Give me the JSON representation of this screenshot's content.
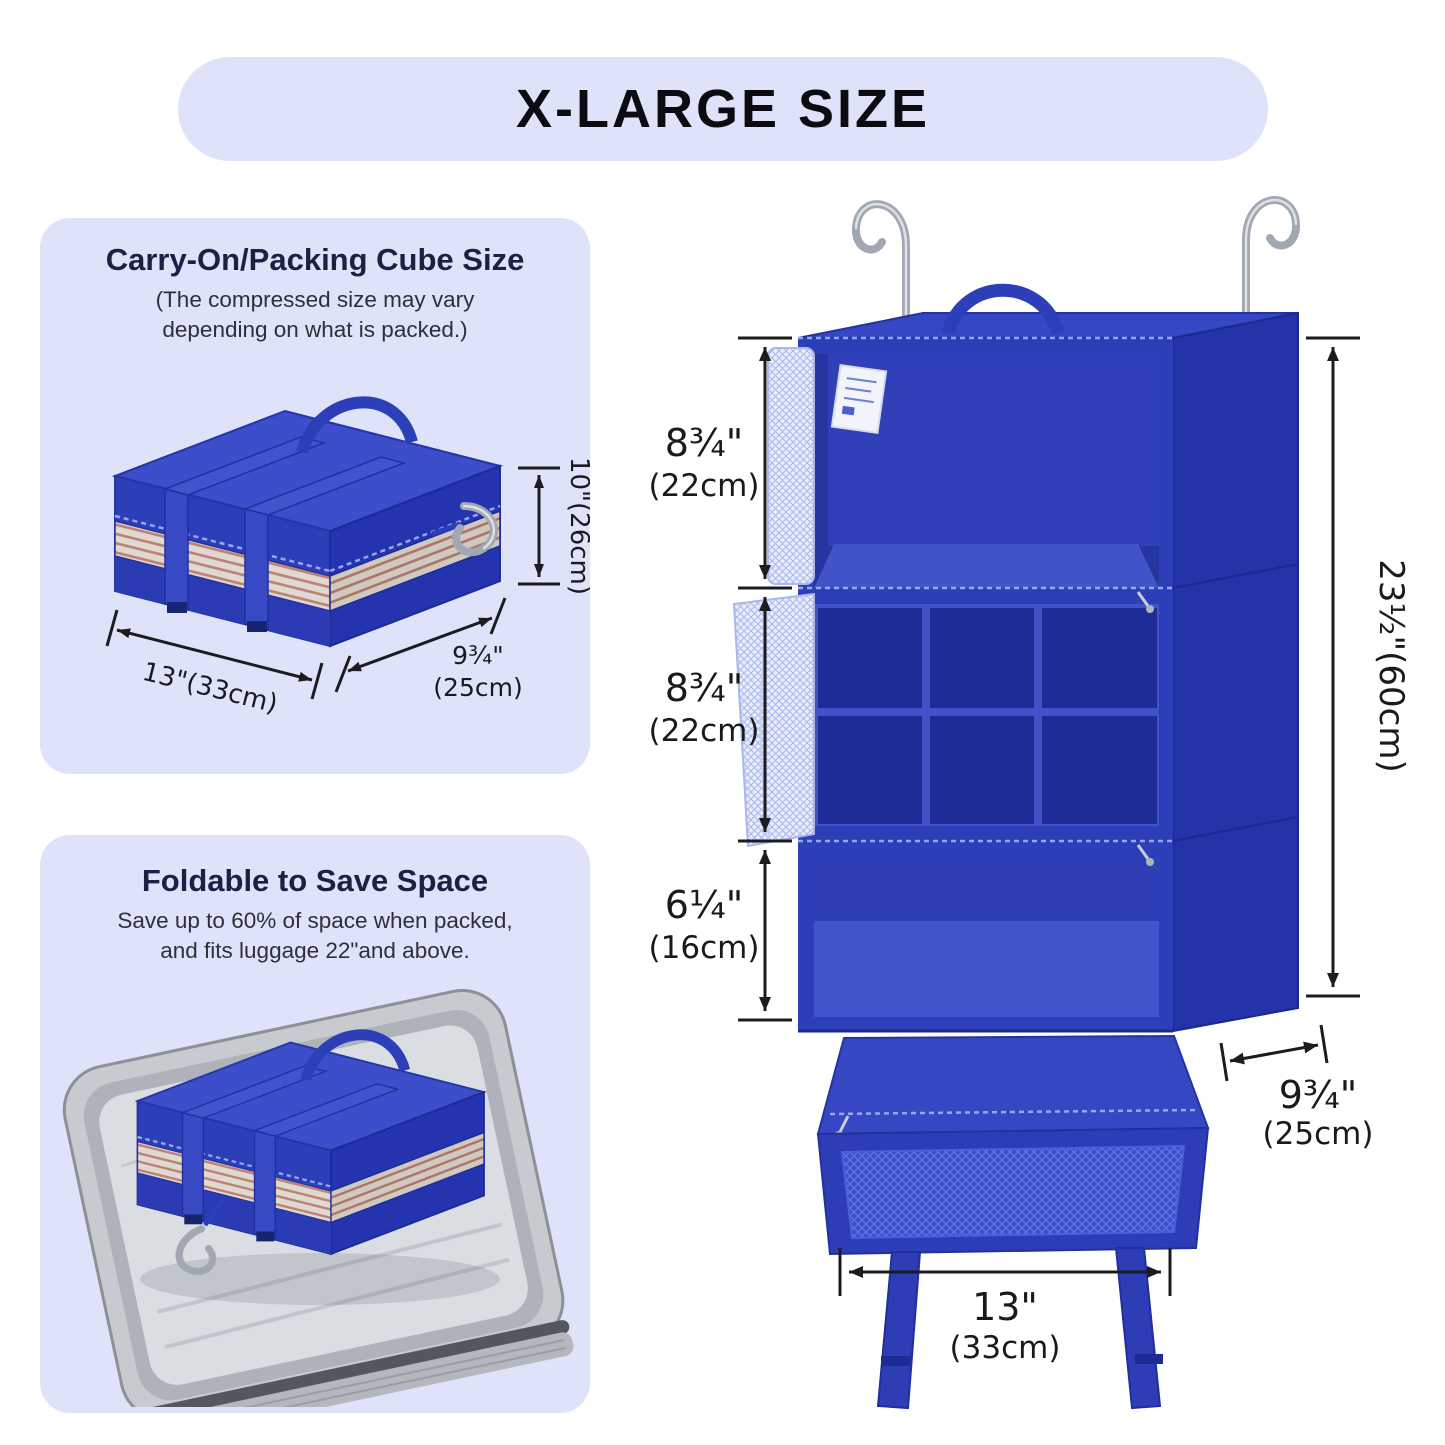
{
  "banner": {
    "title": "X-LARGE SIZE"
  },
  "cards": {
    "carry_on": {
      "title": "Carry-On/Packing Cube Size",
      "subtitle_line1": "(The compressed size may vary",
      "subtitle_line2": "depending on what is packed.)",
      "dims": {
        "height": "10\"(26cm)",
        "width": "13\"(33cm)",
        "depth_in": "9¾\"",
        "depth_cm": "(25cm)"
      }
    },
    "foldable": {
      "title": "Foldable to Save Space",
      "subtitle_line1": "Save up to 60% of space when packed,",
      "subtitle_line2": "and fits luggage 22\"and above."
    }
  },
  "organizer": {
    "dims": {
      "top_in": "8¾\"",
      "top_cm": "(22cm)",
      "middle_in": "8¾\"",
      "middle_cm": "(22cm)",
      "bottom_in": "6¼\"",
      "bottom_cm": "(16cm)",
      "total_height": "23½\"(60cm)",
      "depth_in": "9¾\"",
      "depth_cm": "(25cm)",
      "width_in": "13\"",
      "width_cm": "(33cm)"
    }
  },
  "colors": {
    "panel_bg": "#dee3fa",
    "product_blue": "#2c3eb8",
    "dimension_text": "#1a1a1e"
  }
}
